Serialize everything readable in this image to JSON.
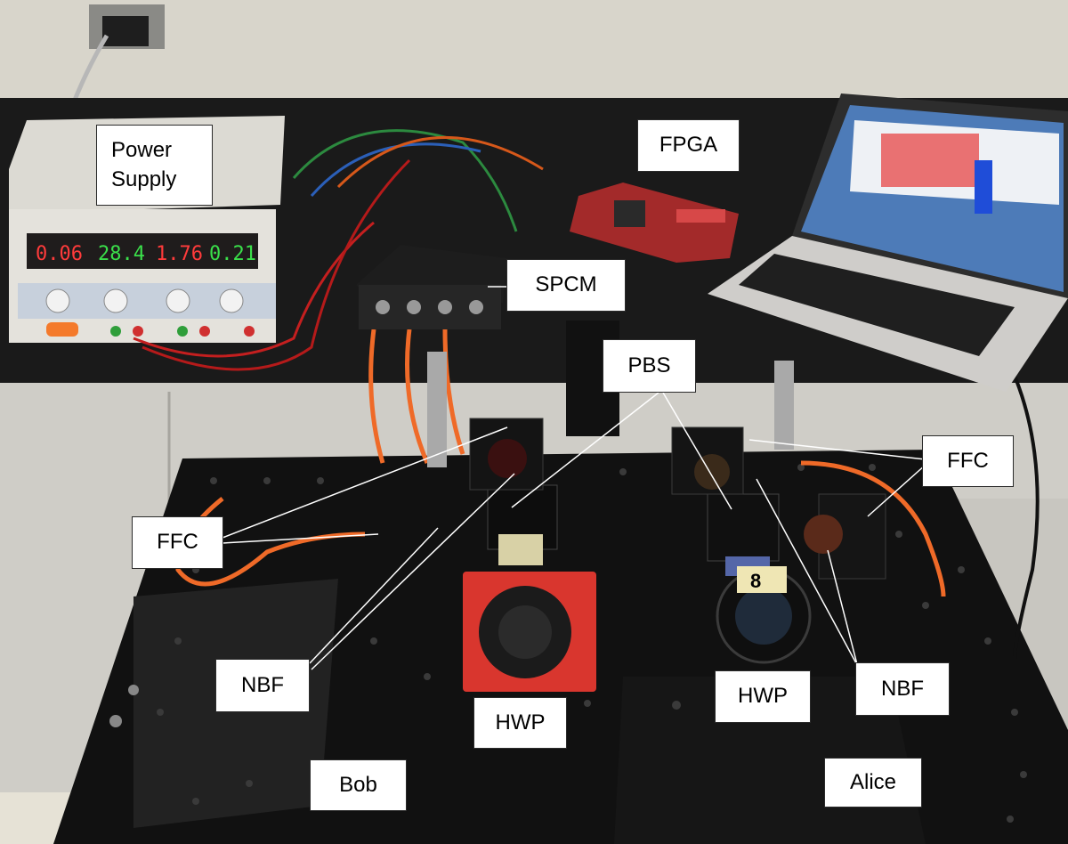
{
  "labels": {
    "power_supply": "Power\nSupply",
    "fpga": "FPGA",
    "spcm": "SPCM",
    "pbs": "PBS",
    "ffc_left": "FFC",
    "ffc_right": "FFC",
    "nbf_left": "NBF",
    "nbf_right": "NBF",
    "hwp_center": "HWP",
    "hwp_right": "HWP",
    "bob": "Bob",
    "alice": "Alice"
  },
  "power_supply_display": {
    "readouts": [
      "0.06",
      "28.4",
      "1.76",
      "0.21"
    ]
  },
  "waveplate_marker": "8"
}
